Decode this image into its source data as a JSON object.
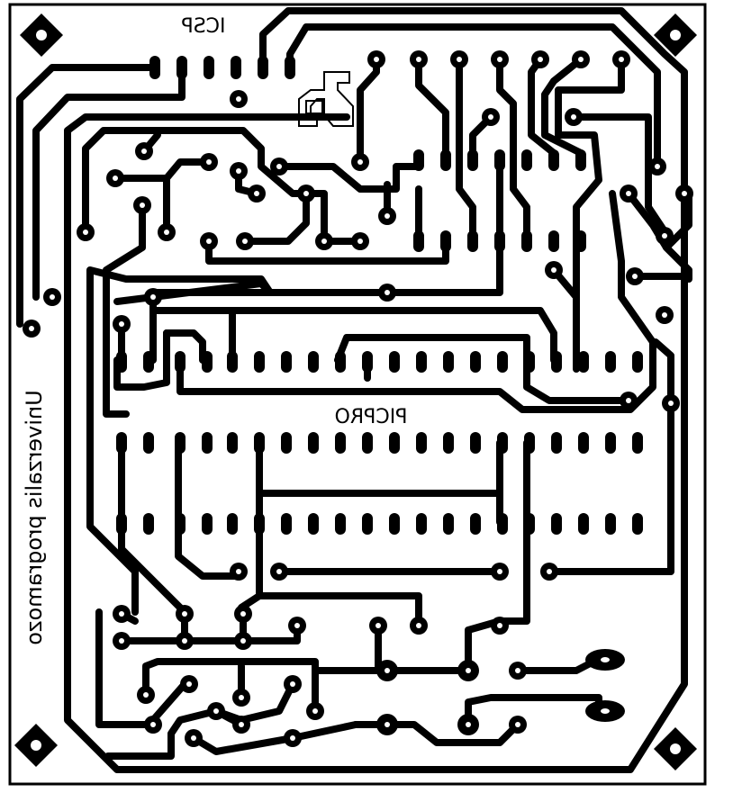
{
  "board": {
    "silkscreen_color": "#000000",
    "background_color": "#ffffff",
    "labels": {
      "header": "ICSP",
      "ic_name": "PICPRO",
      "vertical_note": "Univerzalis programozo"
    },
    "logo": "S-shaped outline logo",
    "mounting_holes": 4,
    "icons": [
      "mounting-hole-icon",
      "pcb-pad-icon",
      "copper-trace-icon",
      "oval-connector-pad-icon"
    ]
  }
}
